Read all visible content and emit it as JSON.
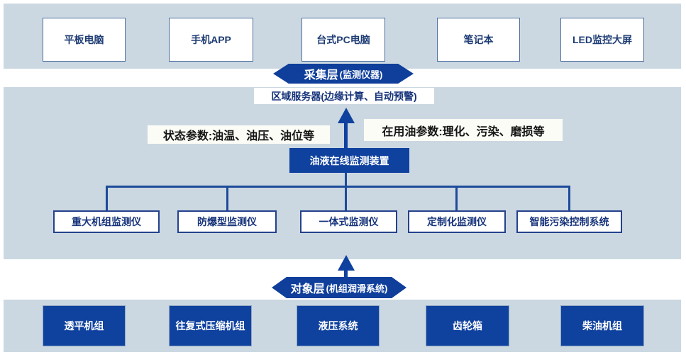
{
  "colors": {
    "band_blue": "#cbd8e2",
    "dark_blue": "#0f419e",
    "line_blue": "#1d4a9a",
    "box_text_navy": "#16337a",
    "white": "#ffffff"
  },
  "display_layer": {
    "devices": [
      "平板电脑",
      "手机APP",
      "台式PC电脑",
      "笔记本",
      "LED监控大屏"
    ]
  },
  "collection_layer": {
    "badge": {
      "main": "采集层",
      "sub": "(监测仪器)"
    },
    "server_box": "区域服务器(边缘计算、自动预警)",
    "param_left": "状态参数:油温、油压、油位等",
    "param_right": "在用油参数:理化、污染、磨损等",
    "center_device": "油液在线监测装置",
    "monitors": [
      "重大机组监测仪",
      "防爆型监测仪",
      "一体式监测仪",
      "定制化监测仪",
      "智能污染控制系统"
    ]
  },
  "object_layer": {
    "badge": {
      "main": "对象层",
      "sub": "(机组润滑系统)"
    },
    "equipment": [
      "透平机组",
      "往复式压缩机组",
      "液压系统",
      "齿轮箱",
      "柴油机组"
    ]
  }
}
